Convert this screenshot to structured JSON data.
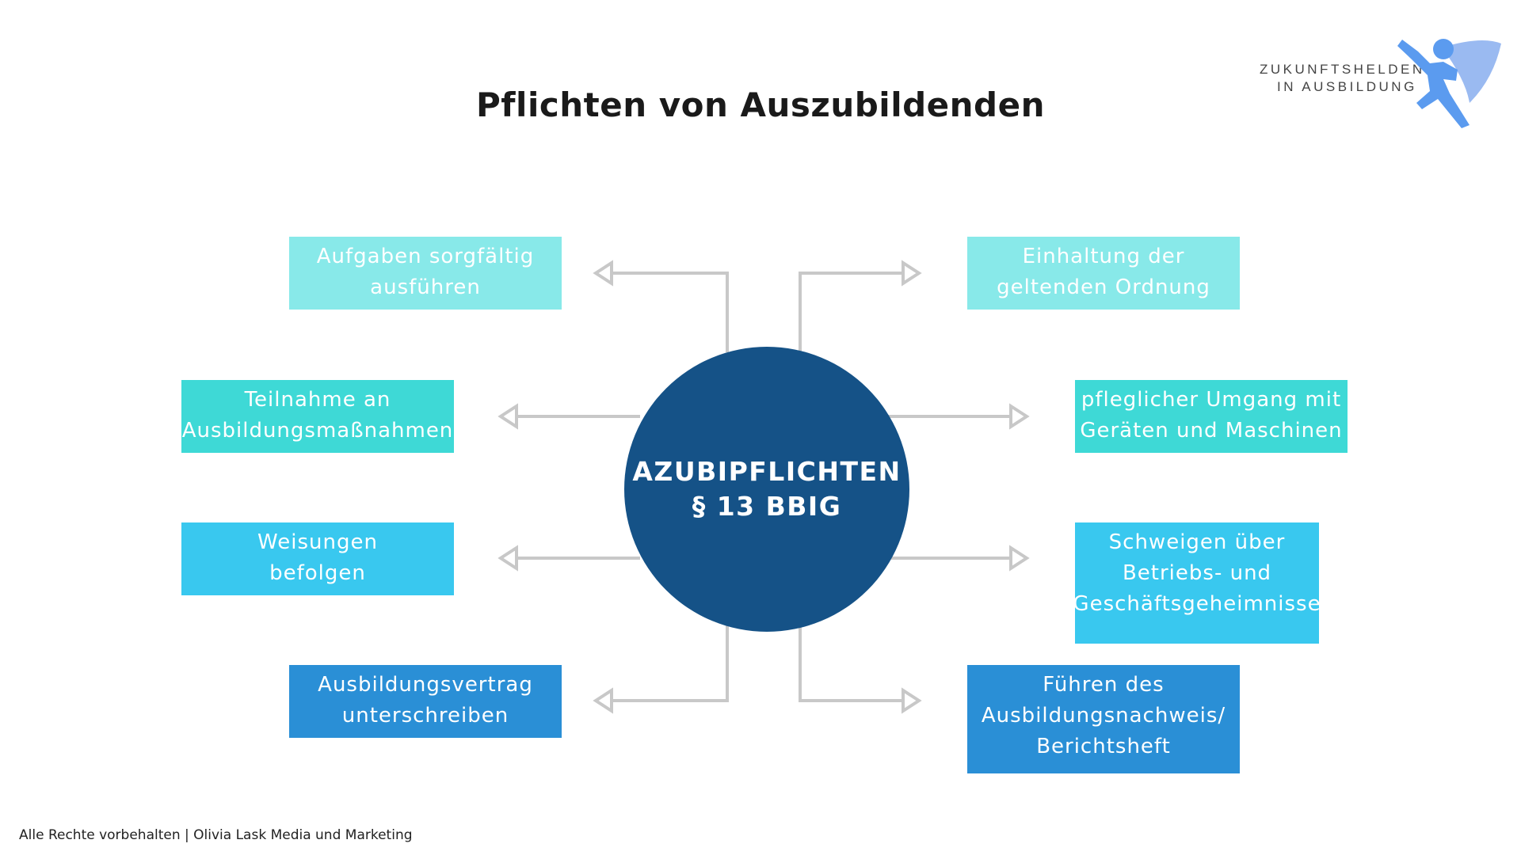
{
  "title": "Pflichten von Auszubildenden",
  "logo": {
    "line1": "ZUKUNFTSHELDEN",
    "line2": "IN AUSBILDUNG"
  },
  "center": {
    "line1": "AZUBIPFLICHTEN",
    "line2": "§ 13 BBIG"
  },
  "left_items": [
    {
      "line1": "Aufgaben sorgfältig",
      "line2": "ausführen"
    },
    {
      "line1": "Teilnahme an",
      "line2": "Ausbildungsmaßnahmen"
    },
    {
      "line1": "Weisungen",
      "line2": "befolgen"
    },
    {
      "line1": "Ausbildungsvertrag",
      "line2": "unterschreiben"
    }
  ],
  "right_items": [
    {
      "line1": "Einhaltung der",
      "line2": "geltenden Ordnung"
    },
    {
      "line1": "pfleglicher Umgang mit",
      "line2": "Geräten und Maschinen"
    },
    {
      "line1": "Schweigen über",
      "line2": "Betriebs- und",
      "line3": "Geschäftsgeheimnisse"
    },
    {
      "line1": "Führen des",
      "line2": "Ausbildungsnachweis/",
      "line3": "Berichtsheft"
    }
  ],
  "colors": {
    "center": "#155287",
    "light_teal": "#88e9e9",
    "teal": "#3ed9d6",
    "sky": "#39c8ef",
    "blue": "#2a8fd6",
    "connector": "#c8c8c8",
    "logo_figure": "#5b9bef"
  },
  "footer": "Alle Rechte vorbehalten | Olivia Lask Media und Marketing"
}
